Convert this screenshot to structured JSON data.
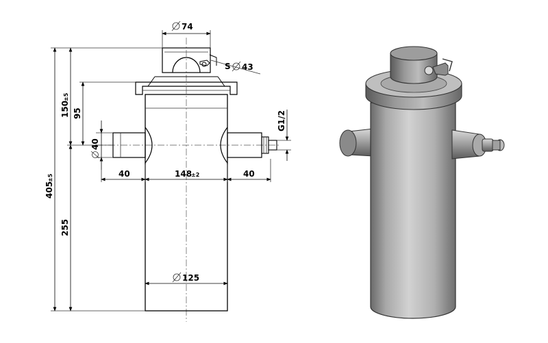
{
  "drawing": {
    "dims": {
      "d74": "74",
      "s43_prefix": "S",
      "s43": "43",
      "h150": "150",
      "h150_tol": "±5",
      "h95": "95",
      "g12": "G1/2",
      "d40": "40",
      "w40_left": "40",
      "w148": "148",
      "w148_tol": "±2",
      "w40_right": "40",
      "h405": "405",
      "h405_tol": "±5",
      "h255": "255",
      "d125": "125"
    }
  },
  "colors": {
    "line": "#000000",
    "body_light": "#c9c9c9",
    "body_mid": "#9a9a9a",
    "body_dark": "#5e5e5e"
  }
}
